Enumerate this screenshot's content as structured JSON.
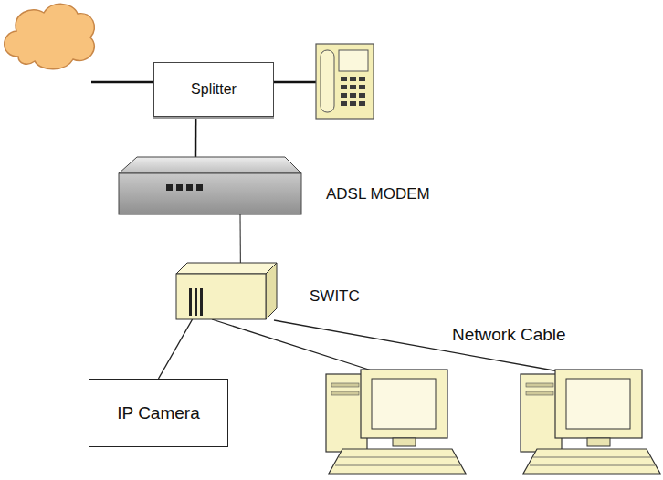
{
  "diagram": {
    "nodes": [
      {
        "text": [
          "Splitter"
        ]
      },
      {
        "text": [
          "ADSL MODEM"
        ]
      },
      {
        "text": [
          "SWITC"
        ]
      },
      {
        "text": [
          "IP Camera"
        ]
      }
    ],
    "edges": [
      {
        "from": 0,
        "to": 1,
        "arrow": "none"
      },
      {
        "from": 1,
        "to": 2,
        "arrow": "none"
      },
      {
        "from": 2,
        "to": 3,
        "arrow": "none"
      }
    ],
    "labels": [
      "Network Cable"
    ]
  }
}
